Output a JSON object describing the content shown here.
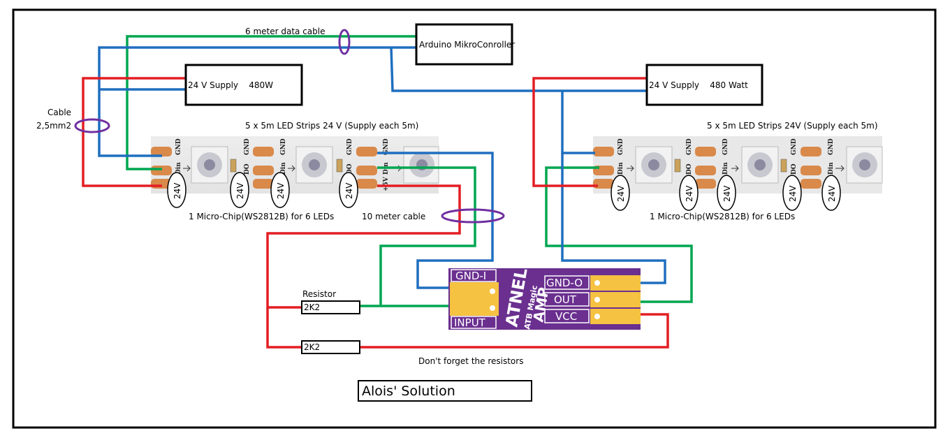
{
  "labels": {
    "data_cable": "6 meter data cable",
    "arduino": "Arduino MikroConroller",
    "supply_left": "24 V Supply    480W",
    "supply_right": "24 V Supply    480 Watt",
    "cable_line1": "Cable",
    "cable_line2": "2,5mm2",
    "strips_left": "5 x 5m LED Strips 24 V (Supply each 5m)",
    "strips_right": "5 x 5m LED Strips 24V (Supply each 5m)",
    "chip_left": "1 Micro-Chip(WS2812B) for 6 LEDs",
    "chip_right": "1 Micro-Chip(WS2812B) for 6 LEDs",
    "cable_10m": "10 meter cable",
    "resistor_caption": "Resistor",
    "resistor1": "2K2",
    "resistor2": "2K2",
    "resistor_note": "Don't forget the resistors",
    "solution": "Alois' Solution",
    "voltage": "24V"
  },
  "amp_board": {
    "brand": "ATNEL",
    "model": "ATB Magic",
    "type": "AMP",
    "pins_left": [
      "GND-I",
      "INPUT"
    ],
    "pins_right": [
      "GND-O",
      "OUT",
      "VCC"
    ]
  },
  "strip_markings": {
    "din": "Din",
    "gnd": "GND",
    "do": "DO",
    "plus": "+5V"
  },
  "colors": {
    "data_wire": "#00a651",
    "ground_wire": "#1f6fbf",
    "power_wire": "#e31e24",
    "cable_marker": "#7030a0",
    "board": "#6a2f8f",
    "pad": "#f5c242"
  }
}
